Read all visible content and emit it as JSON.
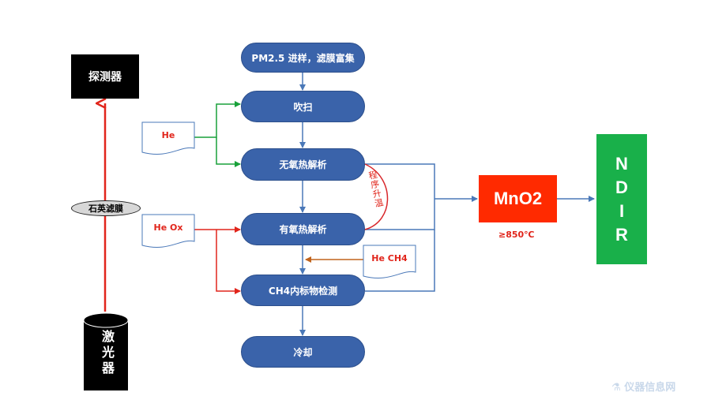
{
  "diagram": {
    "detector": "探测器",
    "laser": "激光器",
    "quartz_filter": "石英滤膜",
    "gases": {
      "he": "He",
      "he_ox": "He Ox",
      "he_ch4": "He CH4"
    },
    "steps": {
      "sampling": "PM2.5 进样，滤膜富集",
      "purge": "吹扫",
      "anaerobic": "无氧热解析",
      "aerobic": "有氧热解析",
      "ch4_detect": "CH4内标物检测",
      "cooling": "冷却"
    },
    "ramp_label": "程序升温",
    "mno2": "MnO2",
    "temperature": "≥850℃",
    "ndir": [
      "N",
      "D",
      "I",
      "R"
    ],
    "watermark": "仪器信息网"
  },
  "colors": {
    "step_fill": "#3a63aa",
    "connector_blue": "#4a78b8",
    "green": "#19a13a",
    "red": "#e1251b",
    "brown": "#c0631c",
    "mno2": "#ff2a00",
    "ndir": "#19b04a"
  }
}
